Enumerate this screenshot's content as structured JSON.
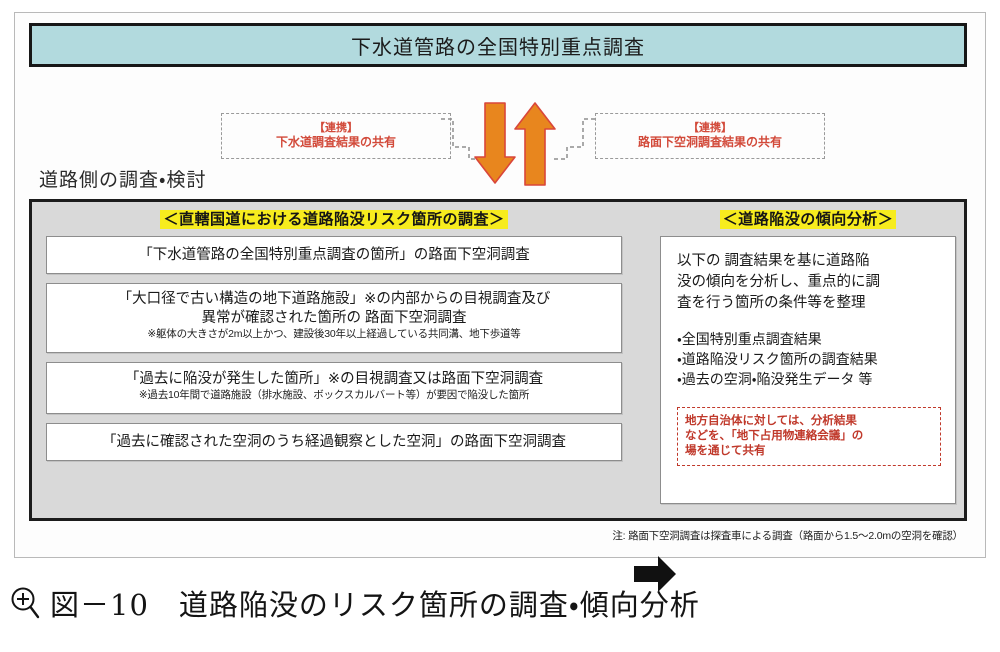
{
  "figure": {
    "title": "下水道管路の全国特別重点調査",
    "section_label": "道路側の調査・検討",
    "linkage_left": {
      "tag": "【連携】",
      "body": "下水道調査結果の共有"
    },
    "linkage_right": {
      "tag": "【連携】",
      "body": "路面下空洞調査結果の共有"
    },
    "left_column": {
      "heading": "＜直轄国道における道路陥没リスク箇所の調査＞",
      "boxes": [
        {
          "line1": "「下水道管路の全国特別重点調査の箇所」の路面下空洞調査",
          "line2": "",
          "note": ""
        },
        {
          "line1": "「大口径で古い構造の地下道路施設」※の内部からの目視調査及び",
          "line2": "異常が確認された箇所の 路面下空洞調査",
          "note": "※躯体の大きさが2m以上かつ、建設後30年以上経過している共同溝、地下歩道等"
        },
        {
          "line1": "「過去に陥没が発生した箇所」※の目視調査又は路面下空洞調査",
          "line2": "",
          "note": "※過去10年間で道路施設（排水施設、ボックスカルバート等）が要因で陥没した箇所"
        },
        {
          "line1": "「過去に確認された空洞のうち経過観察とした空洞」の路面下空洞調査",
          "line2": "",
          "note": ""
        }
      ]
    },
    "right_column": {
      "heading": "＜道路陥没の傾向分析＞",
      "intro_line1": "以下の 調査結果を基に道路陥",
      "intro_line2": "没の傾向を分析し、重点的に調",
      "intro_line3": "査を行う箇所の条件等を整理",
      "bullets": [
        "・全国特別重点調査結果",
        "・道路陥没リスク箇所の調査結果",
        "・過去の空洞・陥没発生データ 等"
      ],
      "red_note_line1": "地方自治体に対しては、分析結果",
      "red_note_line2": "などを、「地下占用物連絡会議」の",
      "red_note_line3": "場を通じて共有"
    },
    "bottom_note": "注: 路面下空洞調査は探査車による調査（路面から1.5～2.0mの空洞を確認）"
  },
  "caption": {
    "icon": "magnifier-plus-icon",
    "text": "図－10　道路陥没のリスク箇所の調査・傾向分析"
  },
  "colors": {
    "title_bar_fill": "#b2dade",
    "panel_fill": "#d9d9d9",
    "highlight": "#f7ec1e",
    "arrow_orange": "#e8861e",
    "arrow_orange_edge": "#d9463a",
    "accent_red": "#c0392b"
  }
}
